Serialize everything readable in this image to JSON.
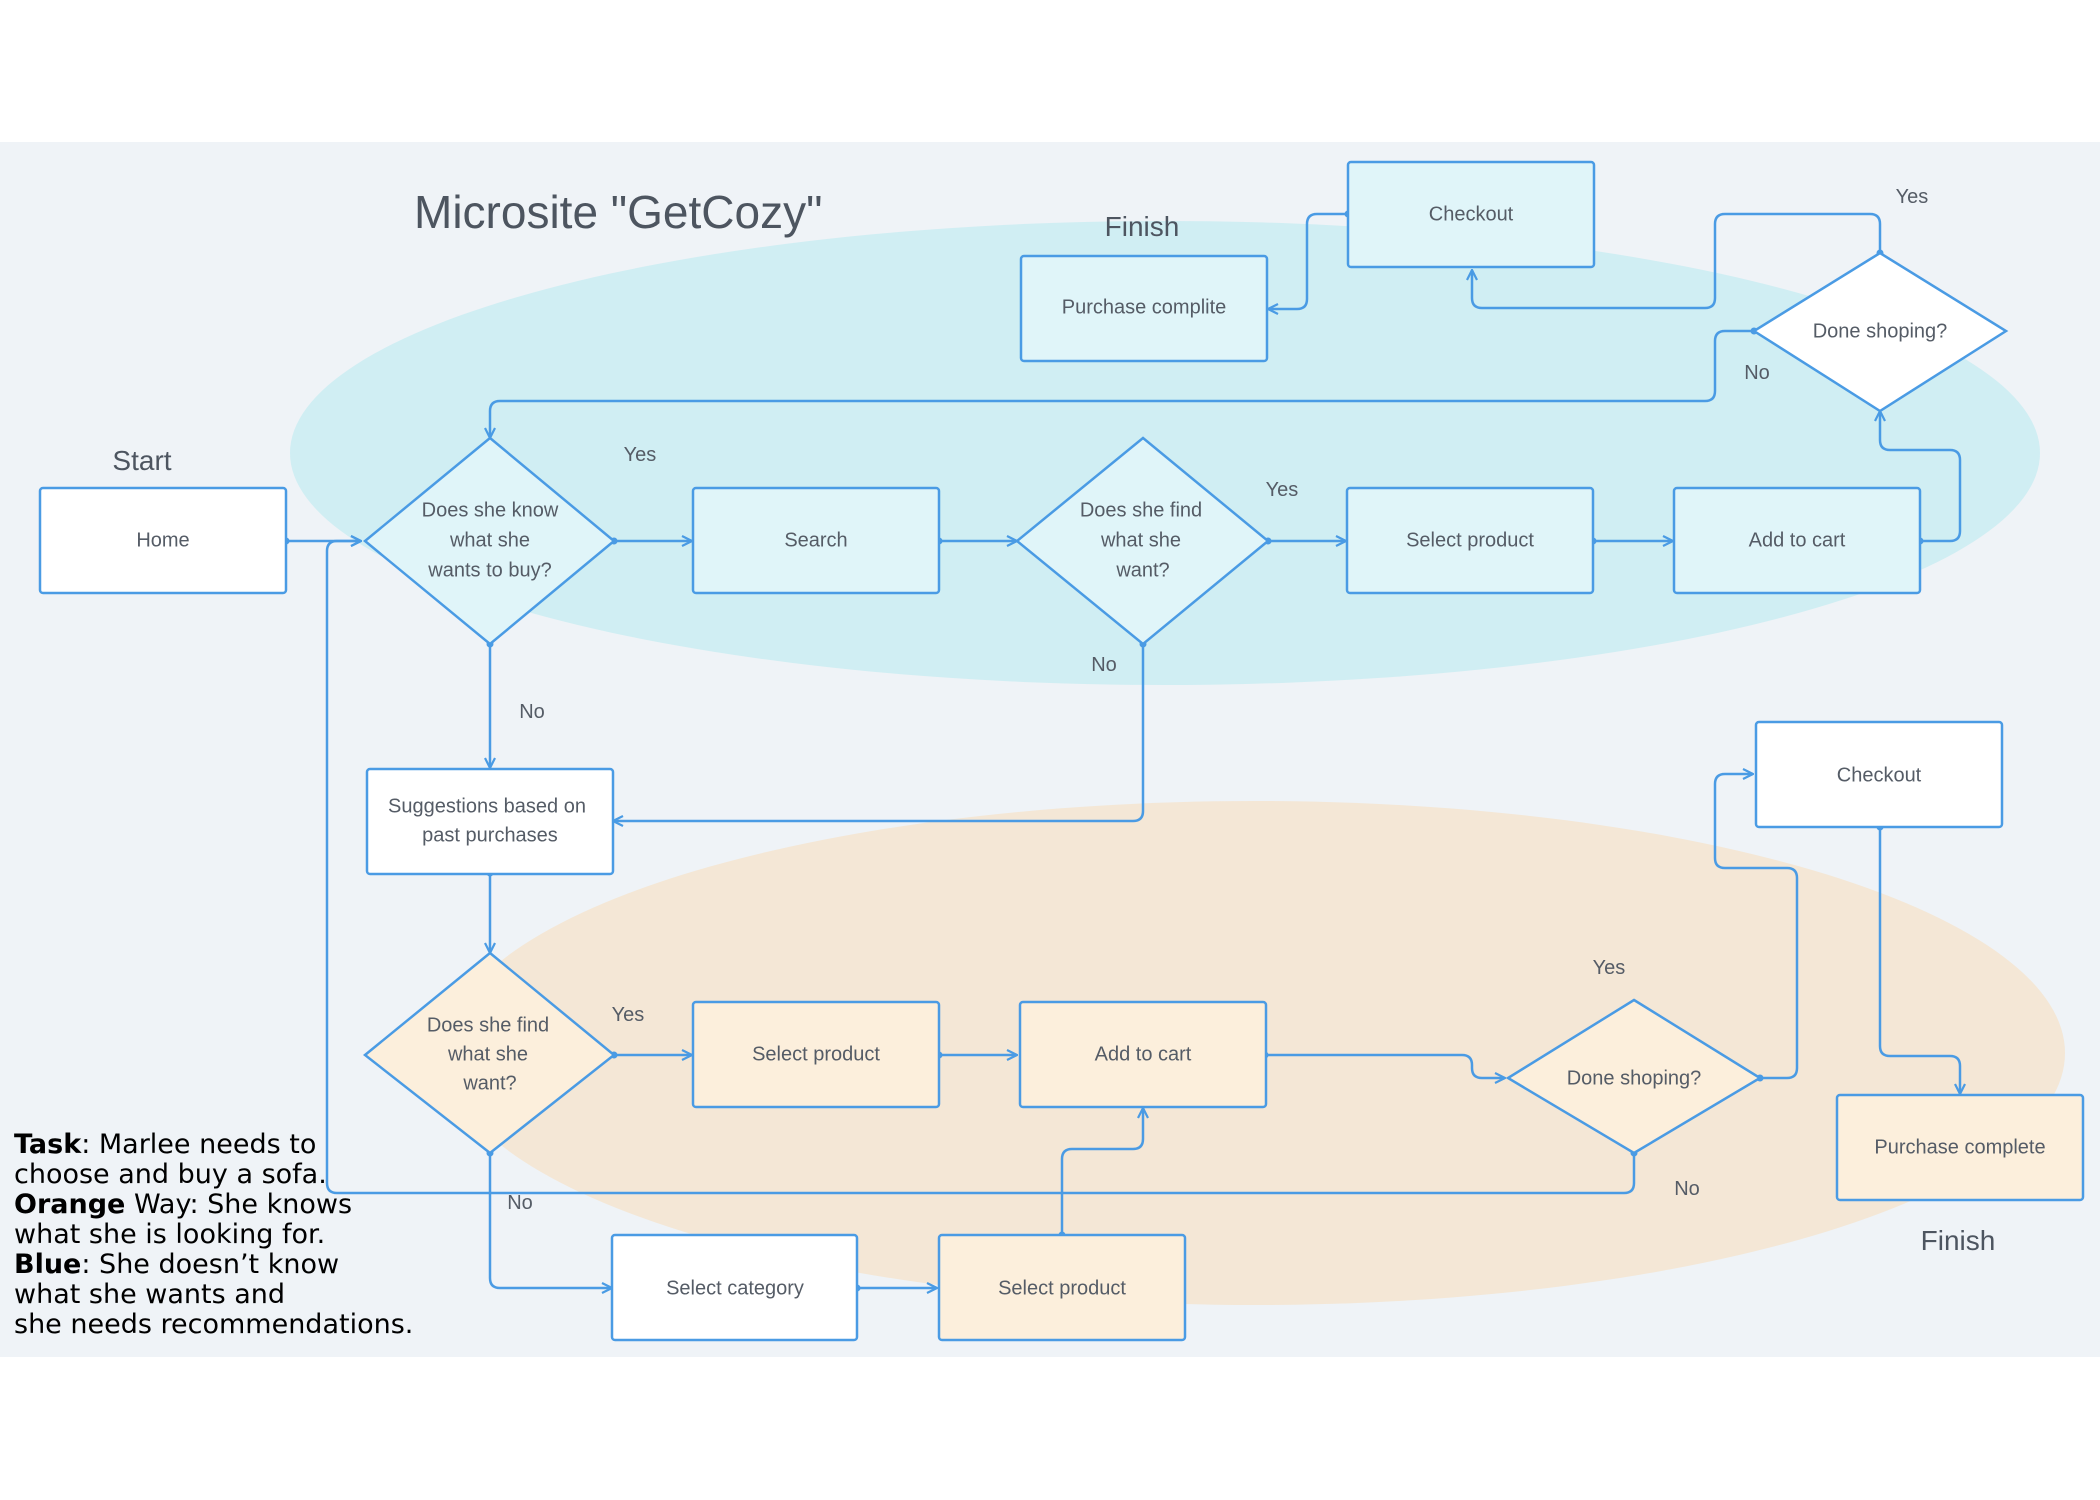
{
  "title": "Microsite \"GetCozy\"",
  "colors": {
    "stroke": "#4a9be4",
    "blue_zone": "#c6ecf1",
    "orange_zone": "#f4e6d2",
    "blue_fill": "#e0f5f9",
    "orange_fill": "#fcefdc",
    "white_fill": "#ffffff",
    "canvas": "#eff3f7"
  },
  "labels": {
    "start": "Start",
    "finish_top": "Finish",
    "finish_bottom": "Finish"
  },
  "nodes": {
    "home": "Home",
    "know_q": [
      "Does she know",
      "what she",
      "wants to buy?"
    ],
    "search": "Search",
    "find_q_top": [
      "Does she find",
      "what she",
      "want?"
    ],
    "select_product_top": "Select product",
    "add_to_cart_top": "Add to cart",
    "done_q_top": "Done shoping?",
    "checkout_top": "Checkout",
    "purchase_top": "Purchase complite",
    "suggestions": [
      "Suggestions based on",
      "past purchases"
    ],
    "find_q_bottom": [
      "Does she find",
      "what she",
      "want?"
    ],
    "select_product_mid": "Select product",
    "add_to_cart_bottom": "Add to cart",
    "done_q_bottom": "Done shoping?",
    "checkout_bottom": "Checkout",
    "purchase_bottom": "Purchase complete",
    "select_category": "Select category",
    "select_product_low": "Select product"
  },
  "edge_labels": {
    "yes_know": "Yes",
    "no_know": "No",
    "yes_find_top": "Yes",
    "no_find_top": "No",
    "yes_done_top": "Yes",
    "no_done_top": "No",
    "yes_find_bottom": "Yes",
    "no_find_bottom": "No",
    "yes_done_bottom": "Yes",
    "no_done_bottom": "No"
  },
  "legend": {
    "task_label": "Task",
    "task_text": ": Marlee needs to",
    "task_text2": "choose and buy a sofa.",
    "orange_label": "Orange",
    "orange_text": " Way: She knows",
    "orange_text2": "what she is looking for.",
    "blue_label": "Blue",
    "blue_text": ": She doesn’t know",
    "blue_text2": "what she wants and",
    "blue_text3": "she needs recommendations."
  }
}
